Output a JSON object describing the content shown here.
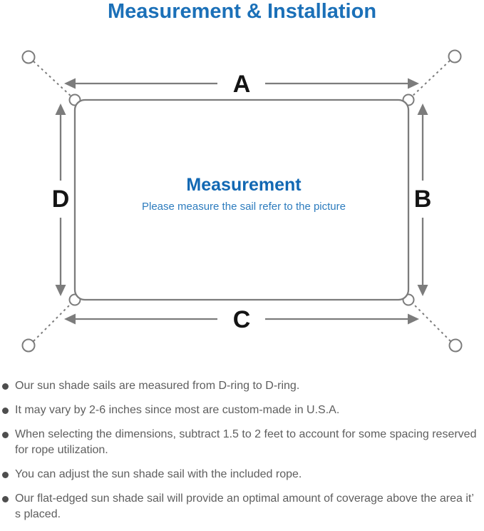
{
  "title": "Measurement & Installation",
  "diagram": {
    "side_a": "A",
    "side_b": "B",
    "side_c": "C",
    "side_d": "D",
    "heading": "Measurement",
    "subheading": "Please measure the sail refer to the picture"
  },
  "notes": [
    "Our sun shade sails are measured from D-ring to D-ring.",
    "It may vary by 2-6 inches since most are custom-made in U.S.A.",
    "When selecting the dimensions, subtract 1.5 to 2 feet to account for some spacing reserved for rope utilization.",
    "You can adjust the sun shade sail with the included rope.",
    "Our flat-edged sun shade sail will provide an optimal amount of coverage above the area it’ s placed."
  ],
  "colors": {
    "title_blue": "#1b70b8",
    "heading_blue": "#1268b3",
    "subheading_blue": "#2d7cbe",
    "line_gray": "#7c7c7c",
    "note_text_gray": "#5e5e5e",
    "label_black": "#141414"
  }
}
